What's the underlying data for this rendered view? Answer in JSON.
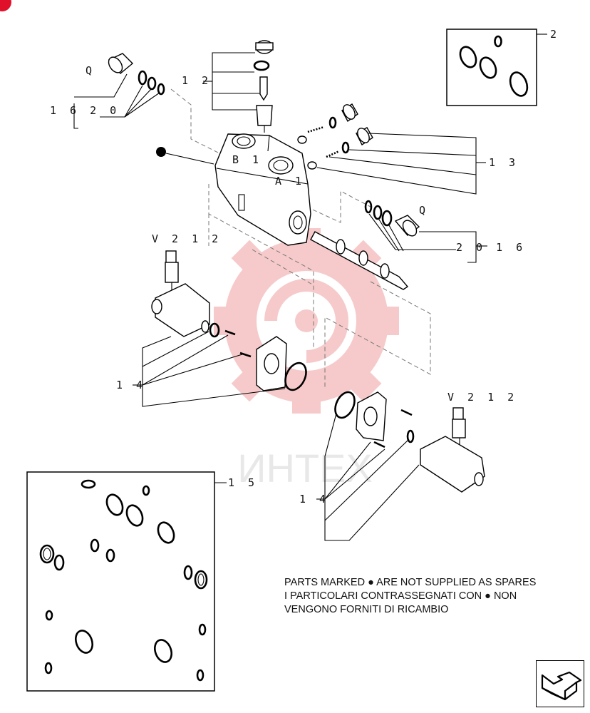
{
  "diagram": {
    "labels": {
      "q_top": "Q",
      "ref_16_20_left": "1 6 2 0",
      "ref_12": "1 2",
      "ref_2": "2",
      "port_b1": "B 1",
      "port_a1": "A 1",
      "ref_13": "1 3",
      "q_right": "Q",
      "ref_20_16_right": "2 0 1 6",
      "v212_left": "V 2 1 2",
      "v212_right": "V 2 1 2",
      "ref_14_left": "1 4",
      "ref_14_right": "1 4",
      "ref_15": "1 5"
    },
    "watermark_text": "ИНТЕХ"
  },
  "notes": {
    "line1": "PARTS MARKED ● ARE NOT SUPPLIED AS SPARES",
    "line2": "I PARTICOLARI CONTRASSEGNATI CON ● NON",
    "line3": "VENGONO FORNITI DI RICAMBIO"
  },
  "colors": {
    "watermark": "#f6c5c5",
    "corner_badge": "#e0102a",
    "ink": "#000000"
  },
  "icons": {
    "nav": "next-page-arrow-icon"
  }
}
